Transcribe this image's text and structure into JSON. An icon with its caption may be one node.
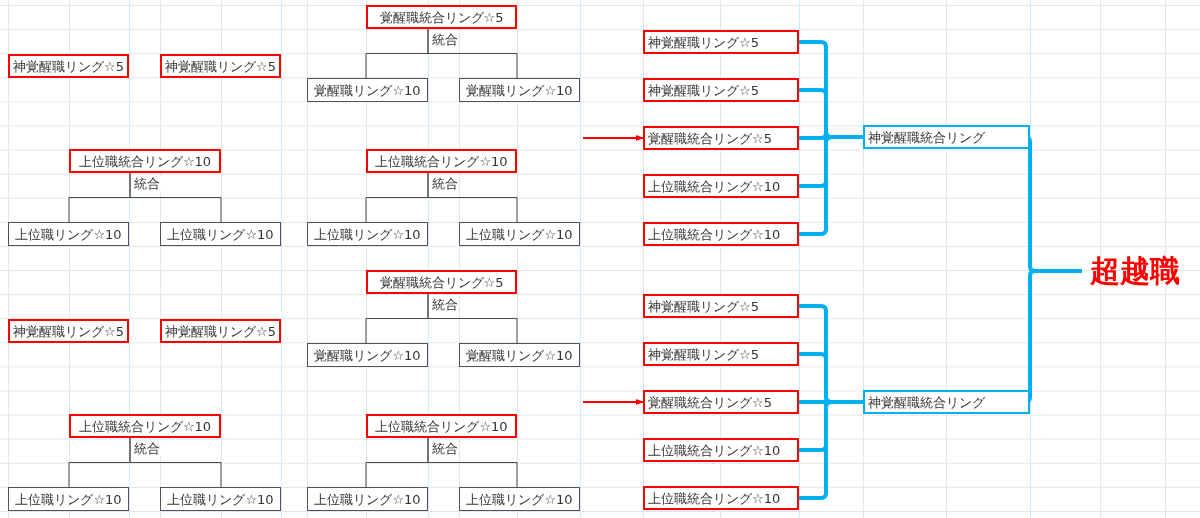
{
  "diagram": {
    "nodes": [
      {
        "text": [
          "覚醒職統合リング☆5"
        ]
      },
      {
        "text": [
          "神覚醒職リング☆5"
        ]
      },
      {
        "text": [
          "神覚醒職リング☆5"
        ]
      },
      {
        "text": [
          "覚醒職リング☆10"
        ]
      },
      {
        "text": [
          "覚醒職リング☆10"
        ]
      },
      {
        "text": [
          "上位職統合リング☆10"
        ]
      },
      {
        "text": [
          "上位職統合リング☆10"
        ]
      },
      {
        "text": [
          "上位職リング☆10"
        ]
      },
      {
        "text": [
          "上位職リング☆10"
        ]
      },
      {
        "text": [
          "上位職リング☆10"
        ]
      },
      {
        "text": [
          "上位職リング☆10"
        ]
      },
      {
        "text": [
          "神覚醒職リング☆5"
        ]
      },
      {
        "text": [
          "神覚醒職リング☆5"
        ]
      },
      {
        "text": [
          "覚醒職統合リング☆5"
        ]
      },
      {
        "text": [
          "上位職統合リング☆10"
        ]
      },
      {
        "text": [
          "上位職統合リング☆10"
        ]
      },
      {
        "text": [
          "神覚醒職統合リング"
        ]
      },
      {
        "text": [
          "覚醒職統合リング☆5"
        ]
      },
      {
        "text": [
          "神覚醒職リング☆5"
        ]
      },
      {
        "text": [
          "神覚醒職リング☆5"
        ]
      },
      {
        "text": [
          "覚醒職リング☆10"
        ]
      },
      {
        "text": [
          "覚醒職リング☆10"
        ]
      },
      {
        "text": [
          "上位職統合リング☆10"
        ]
      },
      {
        "text": [
          "上位職統合リング☆10"
        ]
      },
      {
        "text": [
          "上位職リング☆10"
        ]
      },
      {
        "text": [
          "上位職リング☆10"
        ]
      },
      {
        "text": [
          "上位職リング☆10"
        ]
      },
      {
        "text": [
          "上位職リング☆10"
        ]
      },
      {
        "text": [
          "神覚醒職リング☆5"
        ]
      },
      {
        "text": [
          "神覚醒職リング☆5"
        ]
      },
      {
        "text": [
          "覚醒職統合リング☆5"
        ]
      },
      {
        "text": [
          "上位職統合リング☆10"
        ]
      },
      {
        "text": [
          "上位職統合リング☆10"
        ]
      },
      {
        "text": [
          "神覚醒職統合リング"
        ]
      },
      {
        "text": [
          "超越職"
        ]
      }
    ],
    "edges": [
      {
        "from": 0,
        "to": 3,
        "arrow": "none",
        "label": "統合"
      },
      {
        "from": 0,
        "to": 4,
        "arrow": "none"
      },
      {
        "from": 5,
        "to": 7,
        "arrow": "none",
        "label": "統合"
      },
      {
        "from": 5,
        "to": 8,
        "arrow": "none"
      },
      {
        "from": 6,
        "to": 9,
        "arrow": "none",
        "label": "統合"
      },
      {
        "from": 6,
        "to": 10,
        "arrow": "none"
      },
      {
        "from": 17,
        "to": 20,
        "arrow": "none",
        "label": "統合"
      },
      {
        "from": 17,
        "to": 21,
        "arrow": "none"
      },
      {
        "from": 22,
        "to": 24,
        "arrow": "none",
        "label": "統合"
      },
      {
        "from": 22,
        "to": 25,
        "arrow": "none"
      },
      {
        "from": 23,
        "to": 26,
        "arrow": "none",
        "label": "統合"
      },
      {
        "from": 23,
        "to": 27,
        "arrow": "none"
      },
      {
        "from": 11,
        "to": 16,
        "arrow": "none",
        "color": "#00b0f0",
        "style": "thick"
      },
      {
        "from": 12,
        "to": 16,
        "arrow": "none",
        "color": "#00b0f0",
        "style": "thick"
      },
      {
        "from": 13,
        "to": 16,
        "arrow": "none",
        "color": "#00b0f0",
        "style": "thick"
      },
      {
        "from": 14,
        "to": 16,
        "arrow": "none",
        "color": "#00b0f0",
        "style": "thick"
      },
      {
        "from": 15,
        "to": 16,
        "arrow": "none",
        "color": "#00b0f0",
        "style": "thick"
      },
      {
        "from": 28,
        "to": 33,
        "arrow": "none",
        "color": "#00b0f0",
        "style": "thick"
      },
      {
        "from": 29,
        "to": 33,
        "arrow": "none",
        "color": "#00b0f0",
        "style": "thick"
      },
      {
        "from": 30,
        "to": 33,
        "arrow": "none",
        "color": "#00b0f0",
        "style": "thick"
      },
      {
        "from": 31,
        "to": 33,
        "arrow": "none",
        "color": "#00b0f0",
        "style": "thick"
      },
      {
        "from": 32,
        "to": 33,
        "arrow": "none",
        "color": "#00b0f0",
        "style": "thick"
      },
      {
        "from": 16,
        "to": 34,
        "arrow": "none",
        "color": "#00b0f0",
        "style": "thick"
      },
      {
        "from": 33,
        "to": 34,
        "arrow": "none",
        "color": "#00b0f0",
        "style": "thick"
      },
      {
        "from": null,
        "to": 13,
        "arrow": "to",
        "color": "#ff0000"
      },
      {
        "from": null,
        "to": 30,
        "arrow": "to",
        "color": "#ff0000"
      }
    ]
  }
}
